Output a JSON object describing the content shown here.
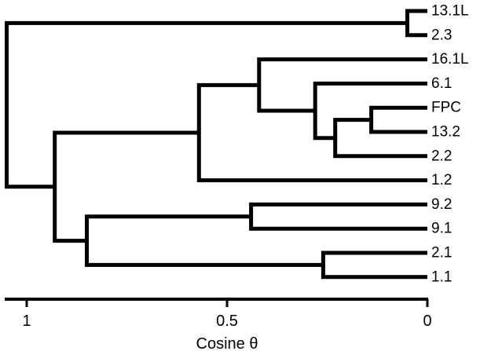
{
  "diagram": {
    "type": "dendrogram",
    "orientation": "leaves-right",
    "leaves": [
      "13.1L",
      "2.3",
      "16.1L",
      "6.1",
      "FPC",
      "13.2",
      "2.2",
      "1.2",
      "9.2",
      "9.1",
      "2.1",
      "1.1"
    ],
    "merges": [
      {
        "id": "n1",
        "left": "FPC",
        "right": "13.2",
        "height": 0.14
      },
      {
        "id": "n2",
        "left": "n1",
        "right": "2.2",
        "height": 0.23
      },
      {
        "id": "n3",
        "left": "6.1",
        "right": "n2",
        "height": 0.28
      },
      {
        "id": "n4",
        "left": "16.1L",
        "right": "n3",
        "height": 0.42
      },
      {
        "id": "n5",
        "left": "n4",
        "right": "1.2",
        "height": 0.57
      },
      {
        "id": "n6",
        "left": "13.1L",
        "right": "2.3",
        "height": 0.05
      },
      {
        "id": "n7",
        "left": "9.2",
        "right": "9.1",
        "height": 0.44
      },
      {
        "id": "n8",
        "left": "2.1",
        "right": "1.1",
        "height": 0.26
      },
      {
        "id": "n9",
        "left": "n7",
        "right": "n8",
        "height": 0.85
      },
      {
        "id": "n10",
        "left": "n5",
        "right": "n9",
        "height": 0.93
      },
      {
        "id": "n11",
        "left": "n6",
        "right": "n10",
        "height": 1.05
      }
    ]
  },
  "axis": {
    "title": "Cosine θ",
    "range": [
      1.05,
      0
    ],
    "ticks": [
      {
        "value": 1,
        "label": "1"
      },
      {
        "value": 0.5,
        "label": "0.5"
      },
      {
        "value": 0,
        "label": "0"
      }
    ]
  }
}
